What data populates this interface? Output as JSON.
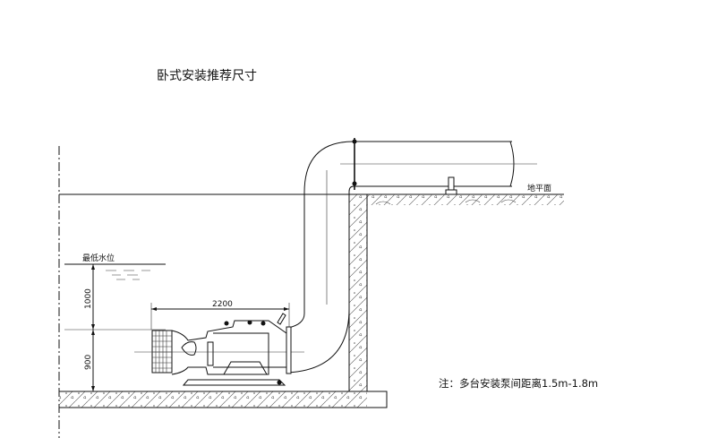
{
  "title": "卧式安装推荐尺寸",
  "labels": {
    "lowest_water_level": "最低水位",
    "ground_level": "地平面"
  },
  "dimensions": {
    "height_above_axis": "1000",
    "height_below_axis": "900",
    "pump_length": "2200"
  },
  "note": "注：多台安装泵间距离1.5m-1.8m"
}
